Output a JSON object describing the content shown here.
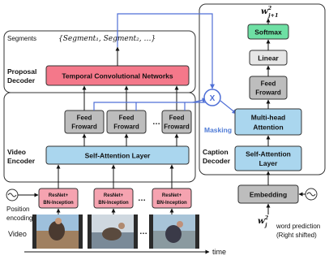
{
  "segments": {
    "label": "Segments",
    "set_text": "{Segment₁, Segment₂, …}"
  },
  "proposal_decoder": {
    "label_line1": "Proposal",
    "label_line2": "Decoder",
    "tcn_label": "Temporal Convolutional Networks"
  },
  "video_encoder": {
    "label_line1": "Video",
    "label_line2": "Encoder",
    "ff_line1": "Feed",
    "ff_line2": "Froward",
    "ellipsis": "…",
    "self_attention": "Self-Attention Layer"
  },
  "cnn": {
    "line1": "ResNet+",
    "line2": "BN-Inception"
  },
  "left_labels": {
    "position_line1": "Position",
    "position_line2": "encoding",
    "video": "Video",
    "time": "time"
  },
  "mask_node": {
    "symbol": "X",
    "masking_label": "Masking"
  },
  "caption_decoder": {
    "label_line1": "Caption",
    "label_line2": "Decoder",
    "softmax": "Softmax",
    "linear": "Linear",
    "ff_line1": "Feed",
    "ff_line2": "Froward",
    "mha_line1": "Multi-head",
    "mha_line2": "Attention",
    "sa_line1": "Self-Attention",
    "sa_line2": "Layer",
    "embedding": "Embedding"
  },
  "words": {
    "output_base": "w",
    "output_sup": "2",
    "output_sub": "j+1",
    "input_base": "w",
    "input_sup": "2",
    "input_sub": "j",
    "prediction_line1": "word prediction",
    "prediction_line2": "(Right shifted)"
  },
  "colors": {
    "tcn_fill": "#f4788a",
    "cnn_fill": "#f5a3b0",
    "attention_fill": "#aad6ee",
    "gray_fill": "#bdbdbd",
    "light_gray_fill": "#e6e6e6",
    "softmax_fill": "#6ee0a4",
    "blue_line": "#4f6fd6",
    "masking_text": "#4f7bd6"
  }
}
